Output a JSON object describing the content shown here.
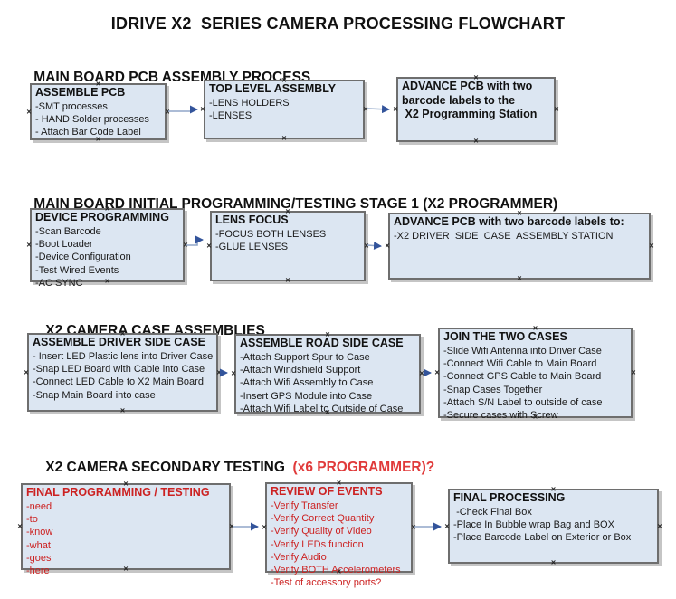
{
  "title": "IDRIVE X2  SERIES CAMERA PROCESSING FLOWCHART",
  "colors": {
    "box_fill": "#dce6f2",
    "box_border": "#6e6e6e",
    "arrow_line": "#90a6c8",
    "arrow_head": "#33549b",
    "red_text": "#cc2222",
    "heading_red": "#e03a3a"
  },
  "icons": {
    "anchor_glyph": "×"
  },
  "sections": [
    {
      "heading": "MAIN BOARD PCB ASSEMBLY PROCESS",
      "boxes": [
        {
          "title": "ASSEMBLE PCB",
          "lines": [
            "-SMT processes",
            "- HAND Solder processes",
            "- Attach Bar Code Label"
          ]
        },
        {
          "title": "TOP LEVEL ASSEMBLY",
          "lines": [
            "-LENS HOLDERS",
            "-LENSES"
          ]
        },
        {
          "title": "ADVANCE PCB with two\nbarcode labels to the\n X2 Programming Station",
          "lines": []
        }
      ]
    },
    {
      "heading": "MAIN BOARD INITIAL PROGRAMMING/TESTING STAGE 1 (X2 PROGRAMMER)",
      "boxes": [
        {
          "title": "DEVICE PROGRAMMING",
          "lines": [
            "-Scan Barcode",
            "-Boot Loader",
            "-Device Configuration",
            "-Test Wired Events",
            "-AC SYNC"
          ]
        },
        {
          "title": "LENS FOCUS",
          "lines": [
            "-FOCUS BOTH LENSES",
            "-GLUE LENSES"
          ]
        },
        {
          "title": "ADVANCE PCB with two barcode labels to:",
          "lines": [
            "-X2 DRIVER  SIDE  CASE  ASSEMBLY STATION"
          ]
        }
      ]
    },
    {
      "heading": "X2 CAMERA CASE ASSEMBLIES",
      "boxes": [
        {
          "title": "ASSEMBLE DRIVER SIDE CASE",
          "lines": [
            "- Insert LED Plastic lens into Driver Case",
            "-Snap LED Board with Cable into Case",
            "-Connect LED Cable to X2 Main Board",
            "-Snap Main Board into case"
          ]
        },
        {
          "title": "ASSEMBLE ROAD SIDE CASE",
          "lines": [
            "-Attach Support Spur to Case",
            "-Attach Windshield Support",
            "-Attach Wifi Assembly to Case",
            "-Insert GPS Module into Case",
            "-Attach Wifi Label to Outside of Case"
          ]
        },
        {
          "title": "JOIN THE TWO CASES",
          "lines": [
            "-Slide Wifi Antenna into Driver Case",
            "-Connect Wifi Cable to Main Board",
            "-Connect GPS Cable to Main Board",
            "-Snap Cases Together",
            "-Attach S/N Label to outside of case",
            "-Secure cases with Screw"
          ]
        }
      ]
    },
    {
      "heading": "X2 CAMERA SECONDARY TESTING  ",
      "heading_suffix": "(x6 PROGRAMMER)?",
      "boxes": [
        {
          "title": "FINAL PROGRAMMING / TESTING",
          "lines": [
            "-need",
            "-to",
            "-know",
            "-what",
            "-goes",
            "-here"
          ]
        },
        {
          "title": "REVIEW OF EVENTS",
          "lines": [
            "-Verify Transfer",
            "-Verify Correct Quantity",
            "-Verify Quality of Video",
            "-Verify LEDs function",
            "-Verify Audio",
            "-Verify BOTH Accelerometers",
            "-Test of accessory ports?"
          ]
        },
        {
          "title": "FINAL PROCESSING",
          "lines": [
            " -Check Final Box",
            "-Place In Bubble wrap Bag and BOX",
            "-Place Barcode Label on Exterior or Box"
          ]
        }
      ]
    }
  ]
}
